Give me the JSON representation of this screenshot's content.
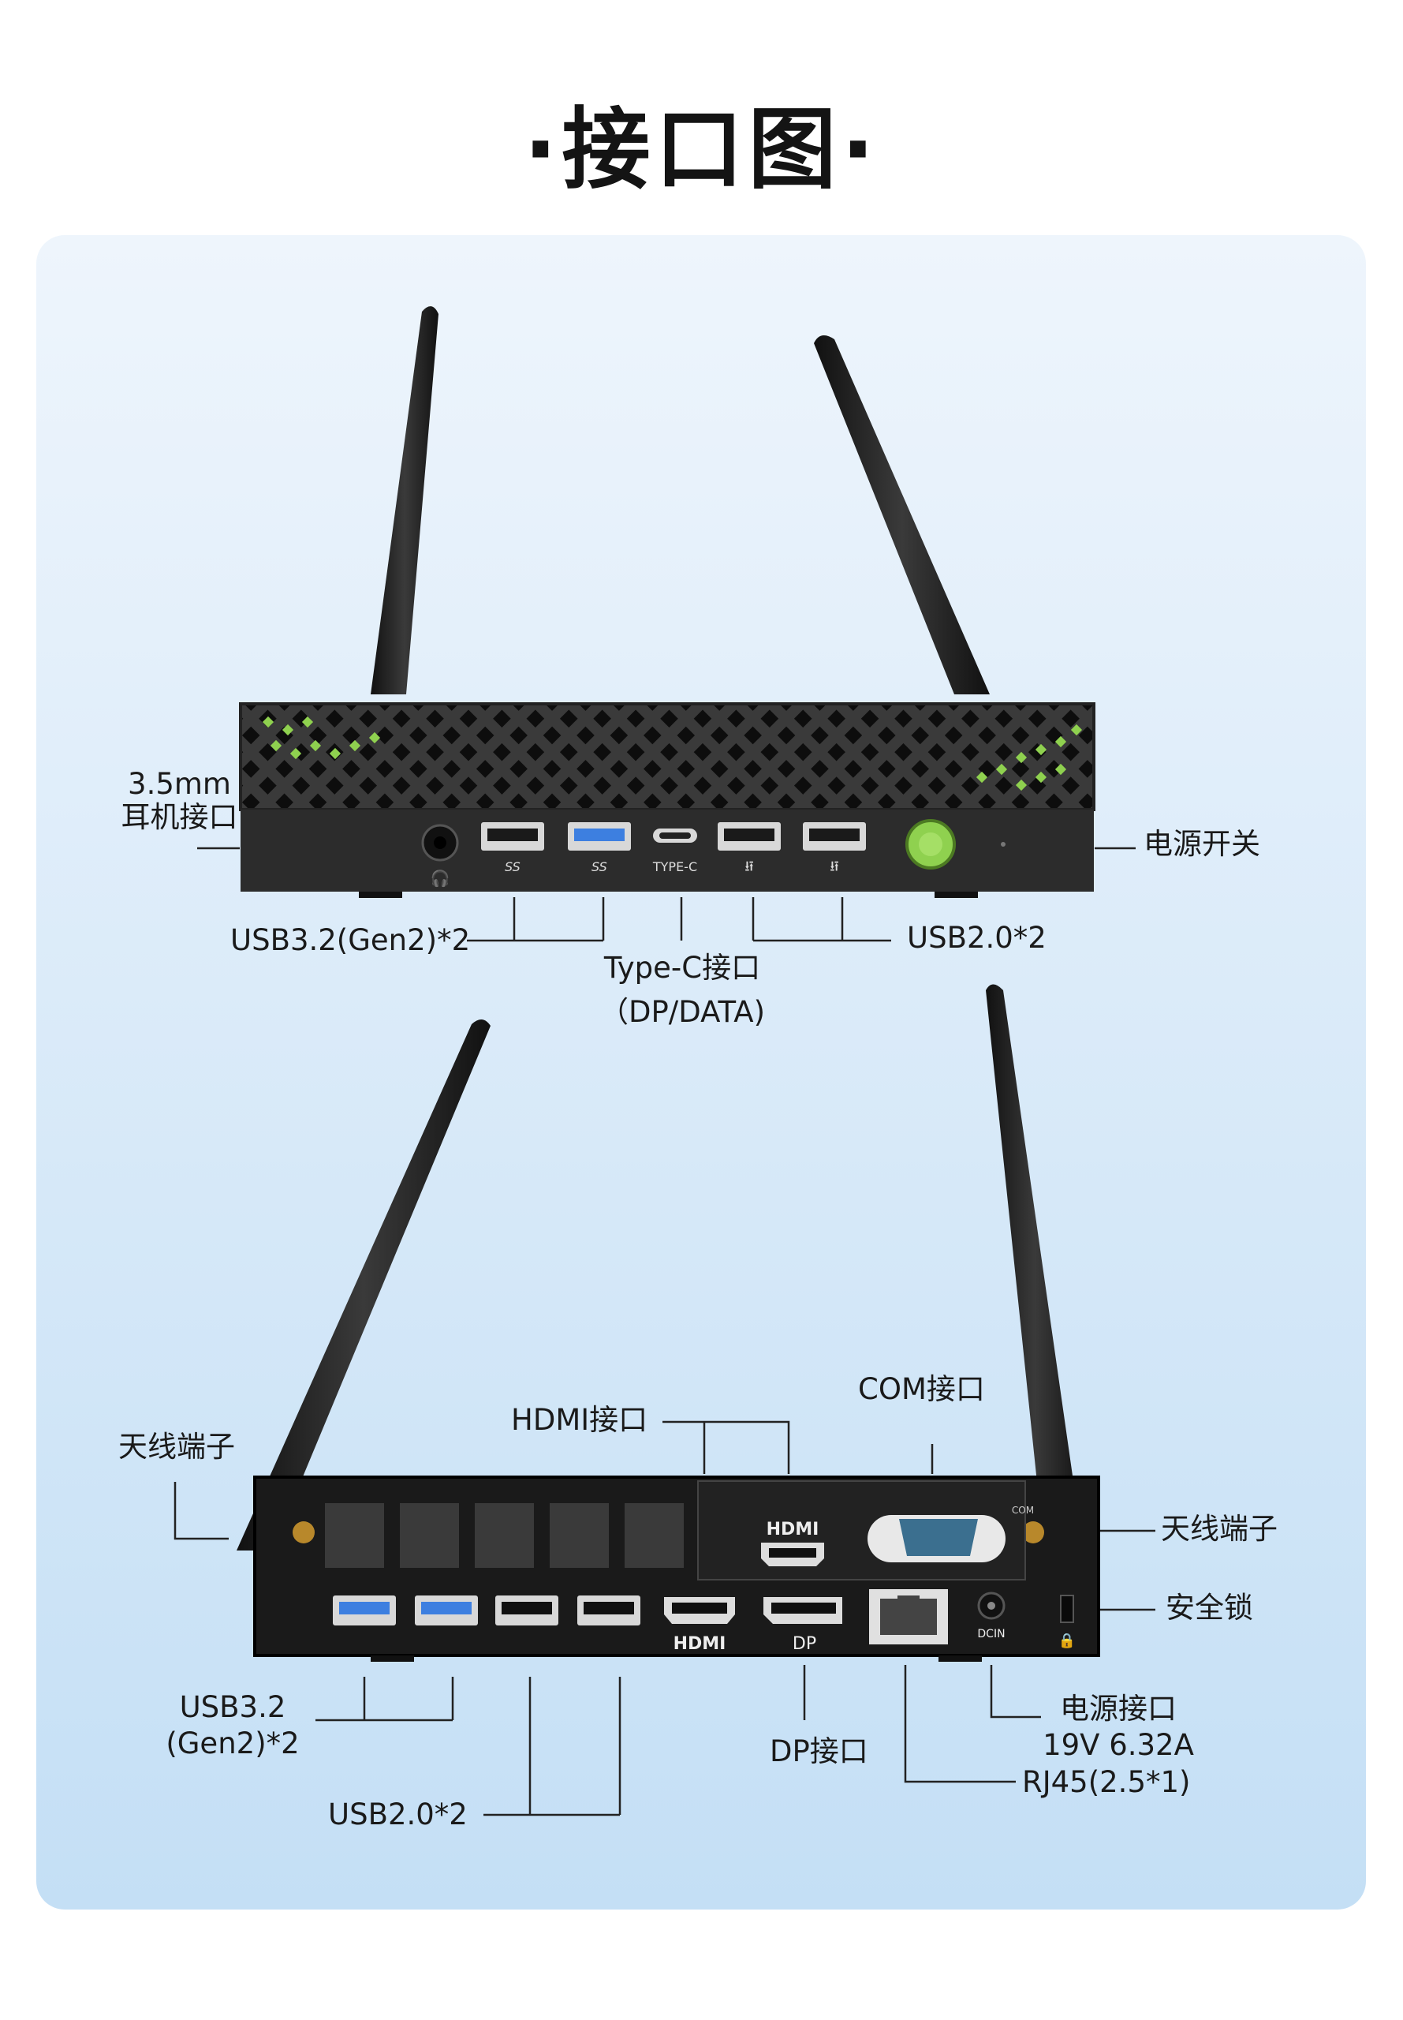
{
  "title": "·接口图·",
  "front": {
    "labels": {
      "audio": [
        "3.5mm",
        "耳机接口"
      ],
      "power_switch": "电源开关",
      "usb32": "USB3.2(Gen2)*2",
      "typec": [
        "Type-C接口",
        "（DP/DATA)"
      ],
      "usb20": "USB2.0*2"
    },
    "port_markings": {
      "usb32": "SS",
      "typec": "TYPE-C"
    }
  },
  "rear": {
    "labels": {
      "hdmi": "HDMI接口",
      "com": "COM接口",
      "antenna_left": "天线端子",
      "antenna_right": "天线端子",
      "lock": "安全锁",
      "usb32": [
        "USB3.2",
        "(Gen2)*2"
      ],
      "usb20": "USB2.0*2",
      "dp": "DP接口",
      "power": [
        "电源接口",
        "19V 6.32A"
      ],
      "rj45": "RJ45(2.5*1)"
    },
    "port_markings": {
      "hdmi_top": "HDMI",
      "hdmi_bottom": "HDMI",
      "dp": "DP",
      "dcin": "DCIN",
      "com": "COM"
    }
  },
  "colors": {
    "accent_green": "#8fd14f",
    "usb3_blue": "#3d7fe0",
    "chassis": "#2a2a2a"
  }
}
